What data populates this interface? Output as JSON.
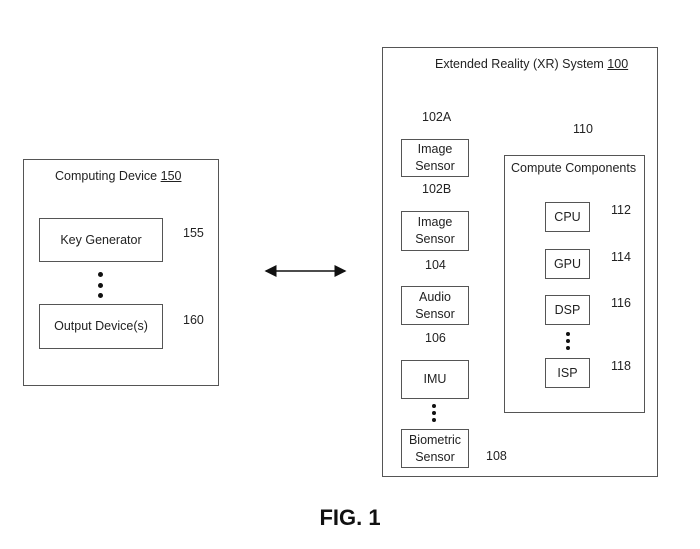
{
  "figure_label": "FIG. 1",
  "computing_device": {
    "title": "Computing Device",
    "ref": "150",
    "components": [
      {
        "label": "Key Generator",
        "ref": "155"
      },
      {
        "label": "Output Device(s)",
        "ref": "160"
      }
    ]
  },
  "connection": {
    "type": "bidirectional-arrow",
    "icon": "double-arrow-icon"
  },
  "xr_system": {
    "title": "Extended Reality (XR) System",
    "ref": "100",
    "sensors": [
      {
        "line1": "Image",
        "line2": "Sensor",
        "ref": "102A"
      },
      {
        "line1": "Image",
        "line2": "Sensor",
        "ref": "102B"
      },
      {
        "line1": "Audio",
        "line2": "Sensor",
        "ref": "104"
      },
      {
        "line1": "IMU",
        "line2": "",
        "ref": "106"
      },
      {
        "line1": "Biometric",
        "line2": "Sensor",
        "ref": "108"
      }
    ],
    "compute": {
      "title": "Compute Components",
      "ref": "110",
      "units": [
        {
          "label": "CPU",
          "ref": "112"
        },
        {
          "label": "GPU",
          "ref": "114"
        },
        {
          "label": "DSP",
          "ref": "116"
        },
        {
          "label": "ISP",
          "ref": "118"
        }
      ]
    }
  }
}
